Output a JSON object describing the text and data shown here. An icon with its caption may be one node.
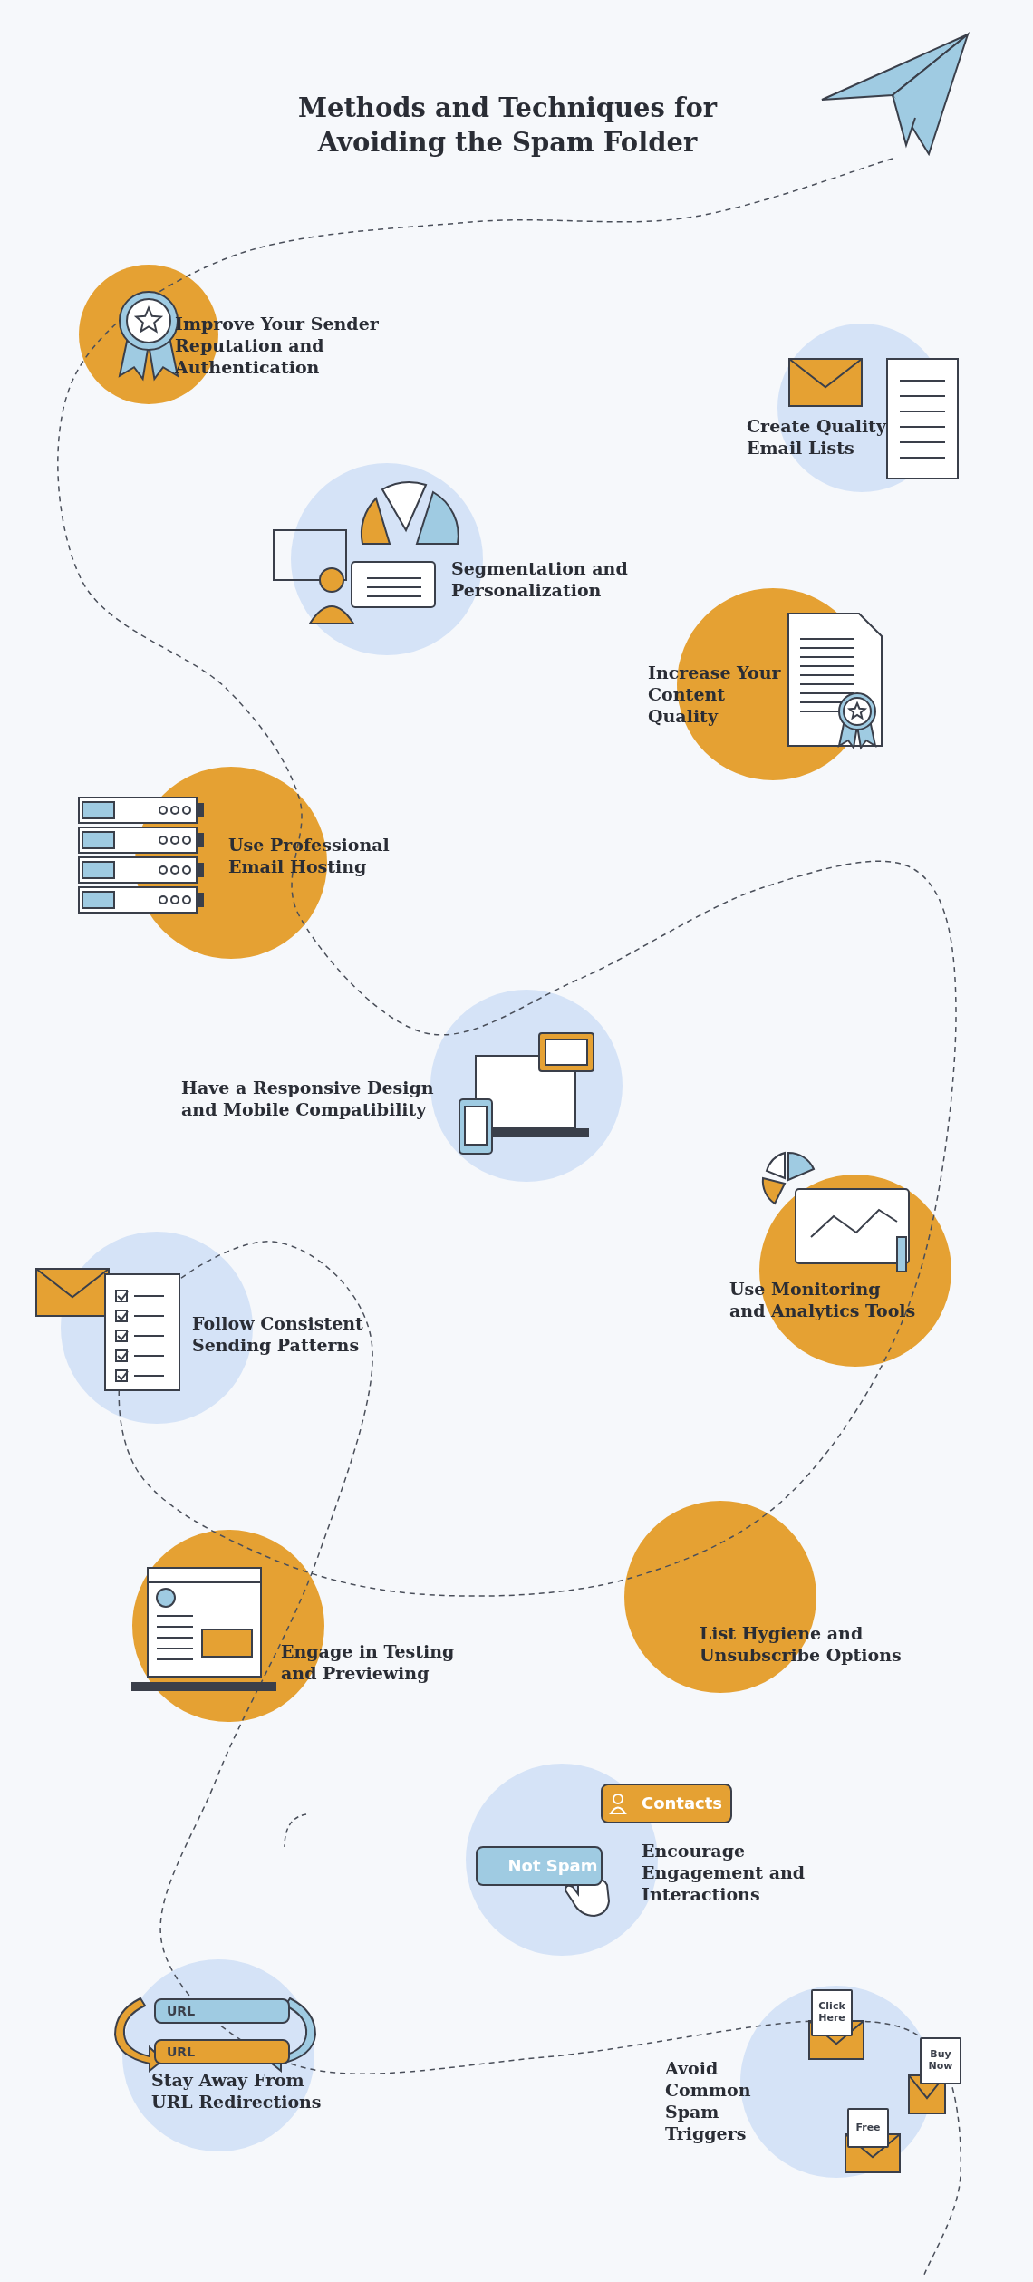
{
  "diagram": {
    "title": "Methods and Techniques for Avoiding the Spam Folder",
    "nodes": [
      {
        "text": [
          "Improve Your Sender Reputation and Authentication"
        ]
      },
      {
        "text": [
          "Create Quality Email Lists"
        ]
      },
      {
        "text": [
          "Segmentation and Personalization"
        ]
      },
      {
        "text": [
          "Increase Your Content Quality"
        ]
      },
      {
        "text": [
          "Use Professional Email Hosting"
        ]
      },
      {
        "text": [
          "Have a Responsive Design and Mobile Compatibility"
        ]
      },
      {
        "text": [
          "Use Monitoring and Analytics Tools"
        ]
      },
      {
        "text": [
          "Follow Consistent Sending Patterns"
        ]
      },
      {
        "text": [
          "List Hygiene and Unsubscribe Options"
        ]
      },
      {
        "text": [
          "Engage in Testing and Previewing"
        ]
      },
      {
        "text": [
          "Encourage Engagement and Interactions"
        ]
      },
      {
        "text": [
          "Stay Away From URL Redirections"
        ]
      },
      {
        "text": [
          "Avoid Common Spam Triggers"
        ]
      }
    ],
    "labels": [
      "Contacts",
      "Not Spam",
      "URL",
      "URL",
      "Click Here",
      "Buy Now",
      "Free"
    ]
  }
}
